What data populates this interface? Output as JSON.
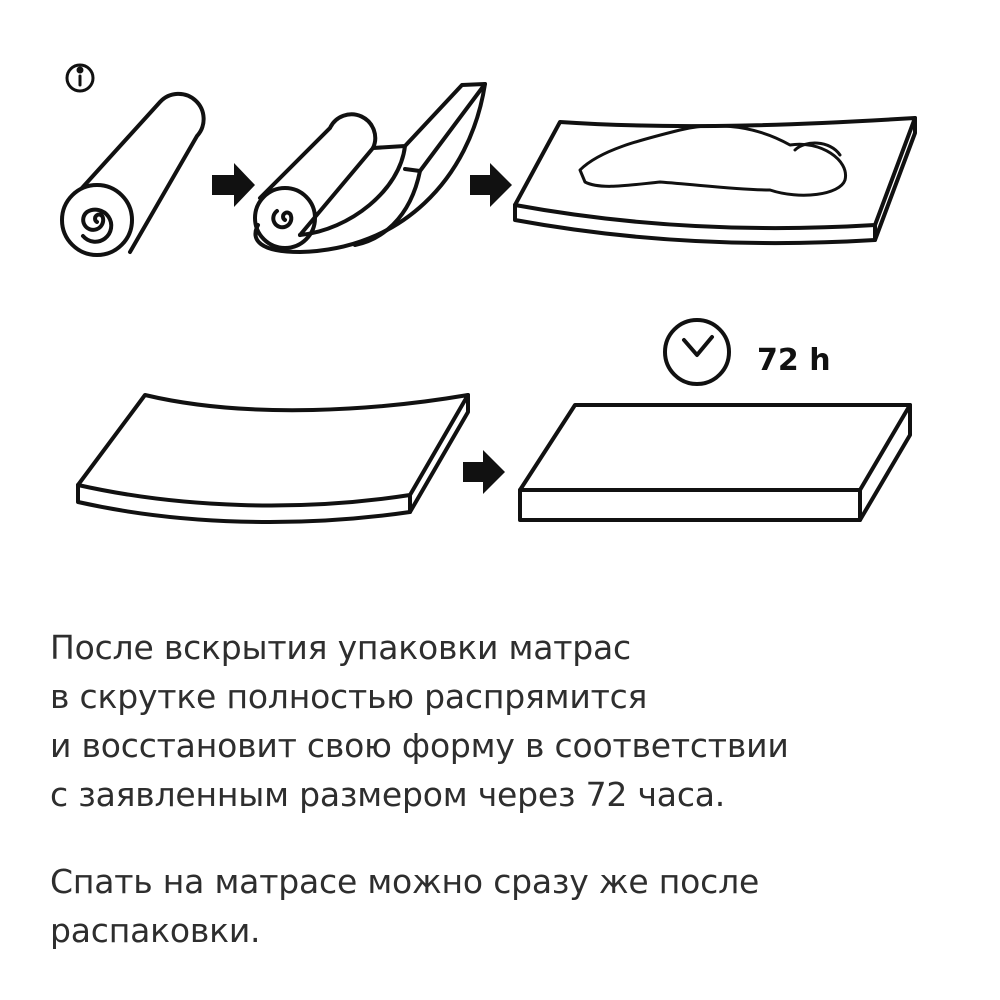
{
  "illustration": {
    "steps": [
      "rolled-mattress",
      "unrolling-mattress",
      "person-sleeping-on-mattress",
      "curved-mattress",
      "flat-mattress"
    ],
    "time_label": "72 h",
    "stroke_color": "#111111"
  },
  "paragraphs": [
    {
      "lines": [
        "После вскрытия упаковки матрас",
        "в скрутке полностью распрямится",
        "и восстановит свою форму в соответствии",
        "с заявленным размером через 72 часа."
      ]
    },
    {
      "lines": [
        "Спать на матрасе можно сразу же после",
        "распаковки."
      ]
    }
  ]
}
